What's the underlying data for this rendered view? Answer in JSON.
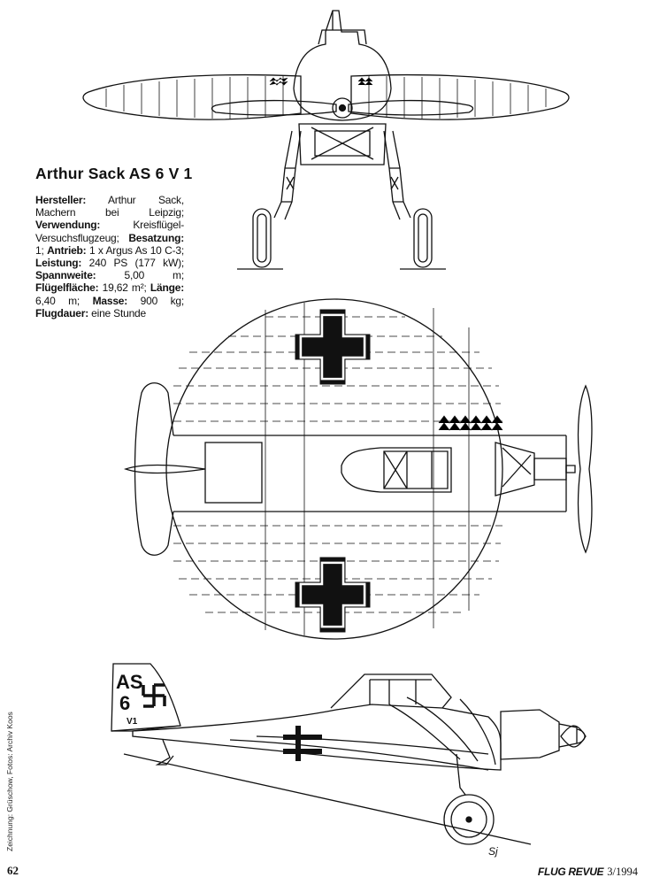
{
  "title": "Arthur Sack AS 6 V 1",
  "specs": [
    {
      "label": "Hersteller:",
      "value": " Arthur Sack, Machern bei Leipzig; "
    },
    {
      "label": "Verwendung:",
      "value": " Kreisflügel-Versuchsflugzeug; "
    },
    {
      "label": "Besatzung:",
      "value": " 1; "
    },
    {
      "label": "Antrieb:",
      "value": " 1 x Argus As 10 C-3; "
    },
    {
      "label": "Leistung:",
      "value": " 240 PS (177 kW); "
    },
    {
      "label": "Spannweite:",
      "value": " 5,00 m; "
    },
    {
      "label": "Flügelfläche:",
      "value": " 19,62 m²; "
    },
    {
      "label": "Länge:",
      "value": " 6,40 m; "
    },
    {
      "label": "Masse:",
      "value": " 900 kg; "
    },
    {
      "label": "Flugdauer:",
      "value": " eine Stunde"
    }
  ],
  "credit": "Zeichnung: Grüschow, Fotos: Archiv Koos",
  "page_number": "62",
  "footer": {
    "magazine": "FLUG REVUE",
    "issue": "3/1994"
  },
  "tail_marking": {
    "line1": "AS",
    "line2": "6",
    "line3": "V1"
  },
  "signature": "Sj"
}
